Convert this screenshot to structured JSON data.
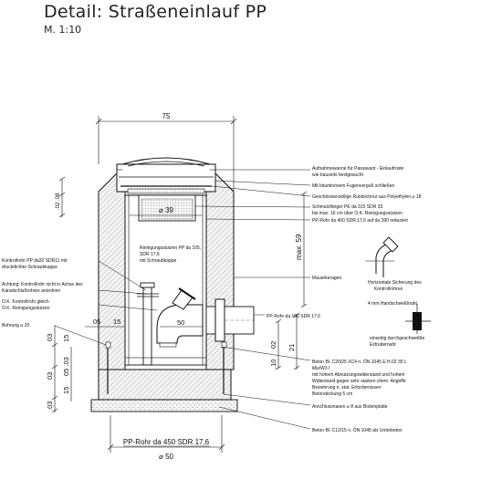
{
  "header": {
    "title": "Detail: Straßeneinlauf PP",
    "scale": "M. 1:10"
  },
  "dimensions": {
    "top_width": "75",
    "inner_dia": "⌀ 39",
    "left_top": ".02 .08",
    "max59": "max. 59",
    "d05": "05",
    "d15": "15",
    "d50": "50",
    "d02": "02",
    "d10": ".10",
    "d21": "21",
    "left_03": "03",
    "left_15": "15",
    "left_05_03": "05 .03",
    "left_03b": "03",
    "left_15b": "15",
    "left_03c": ".03",
    "bottom_dia": "⌀ 50"
  },
  "labels_left": [
    "Kontrollrohr PP da32 SDR11 mit",
    "druckdichter Schraubkappe",
    "Achtung: Kontrollrohr nicht in Achse des",
    "Kanalschlußrohres anordnen",
    "O.K. Kontrollrohr gleich",
    "O.K. Reinigungsstutzen",
    "Bohrung ⌀ 20"
  ],
  "labels_center": [
    "Reinigungsstutzen PP da 105,",
    "SDR 17,6",
    "mit Schraubkappe"
  ],
  "labels_right": [
    "Aufnahmewanne für Passavant - Einlaufroste",
    "wie bauseits bestgesucht",
    "Mit bituminösem Fugenverguß schließen",
    "Geschlossenzellige Rundschnur aus Polyethylen ⌀ 18",
    "Schmutzfänger PE da 315 SDR 33",
    "bis max. 16 cm über O.K. Reinigungsstutzen",
    "PP-Rohr da 400 SDR 17,6 auf da 390 reduziert",
    "Mauerkeragen",
    "PP-Rohr da 180 SDR 17,6",
    "Beton Bl. C20/25 XC4 n. ÖN 1045 E.H.02 35 L",
    "Mw/W3 I",
    "mit hohem Abnutzungswiderstand und hohem",
    "Widerstand gegen sehr starken chem. Angriffe",
    "Bewehrung n. stat. Erfordernissen",
    "Betondeckung 5 cm",
    "Anschlussnasen ⌀ 8 aus Bodenplatte",
    "Beton Bl. C12/15 n. ÖN 1045 als Unterbeton"
  ],
  "details": [
    "Horizontale Sicherung des",
    "Kontrollrohres",
    "4 mm Handschweißnaht",
    "einseitig durchgeschweißte",
    "Extrudernaht"
  ],
  "bottom_pipe_label": "PP-Rohr da 450 SDR 17,6"
}
